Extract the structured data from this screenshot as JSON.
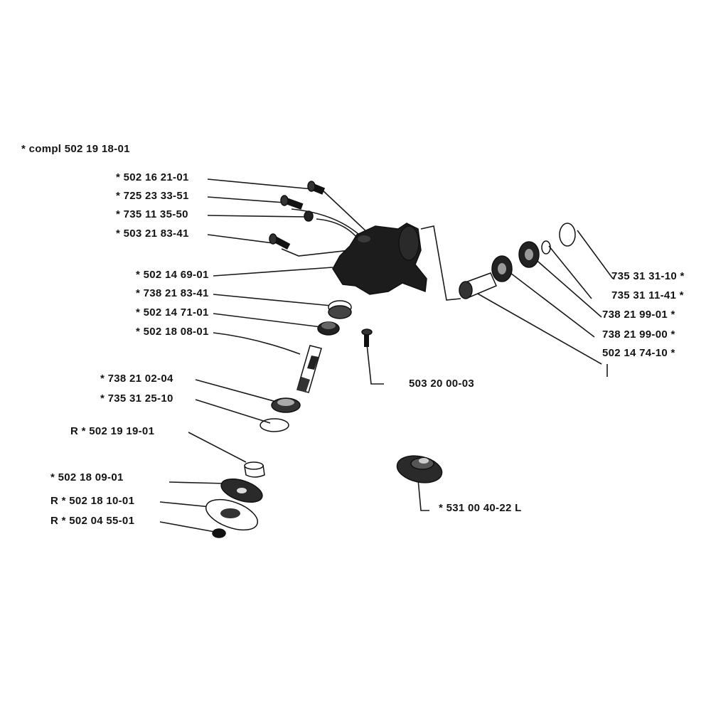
{
  "diagram": {
    "assembly_label": "*  compl 502 19 18-01",
    "part_labels": [
      "*  502 16 21-01",
      "*  725 23 33-51",
      "*  735 11 35-50",
      "*  503 21 83-41",
      "*  502 14 69-01",
      "*  738 21 83-41",
      "*  502 14 71-01",
      "*  502 18 08-01",
      "*  738 21 02-04",
      "*  735 31 25-10",
      "R *  502 19 19-01",
      "*  502 18 09-01",
      "R *  502 18 10-01",
      "R *  502 04 55-01",
      "735 31 31-10  *",
      "735 31 11-41  *",
      "738 21 99-01  *",
      "738 21 99-00  *",
      "502 14 74-10  *",
      "503 20 00-03",
      "*  531 00 40-22 L"
    ]
  }
}
